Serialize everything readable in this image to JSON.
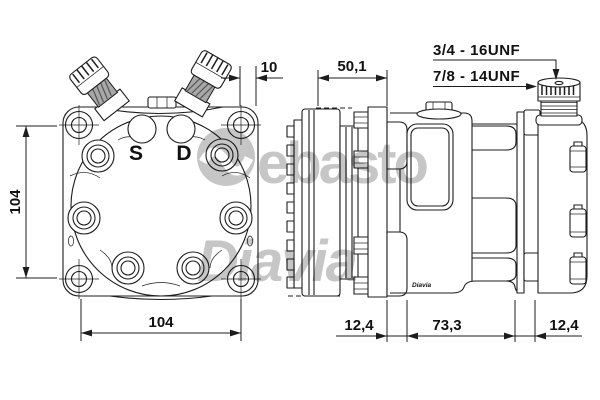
{
  "title_note": "compressor technical drawing",
  "ports": {
    "s": "S",
    "d": "D"
  },
  "specs": {
    "thread_top": "3/4 - 16UNF",
    "thread_bottom": "7/8 - 14UNF"
  },
  "dims": {
    "height_left": "104",
    "port_offset": "10",
    "pulley_width": "50,1",
    "width_front": "104",
    "mount_front": "12,4",
    "body_length": "73,3",
    "mount_rear": "12,4"
  },
  "watermark": {
    "brand": "ebasto",
    "brand_initial_logo": "W-wave-logo",
    "sub_brand": "Diavia"
  },
  "body_label": "Diavia",
  "colors": {
    "line": "#1c1c1c",
    "watermark": "#c6c6c6",
    "background": "#ffffff",
    "thread_fill": "#a8a8a8"
  }
}
